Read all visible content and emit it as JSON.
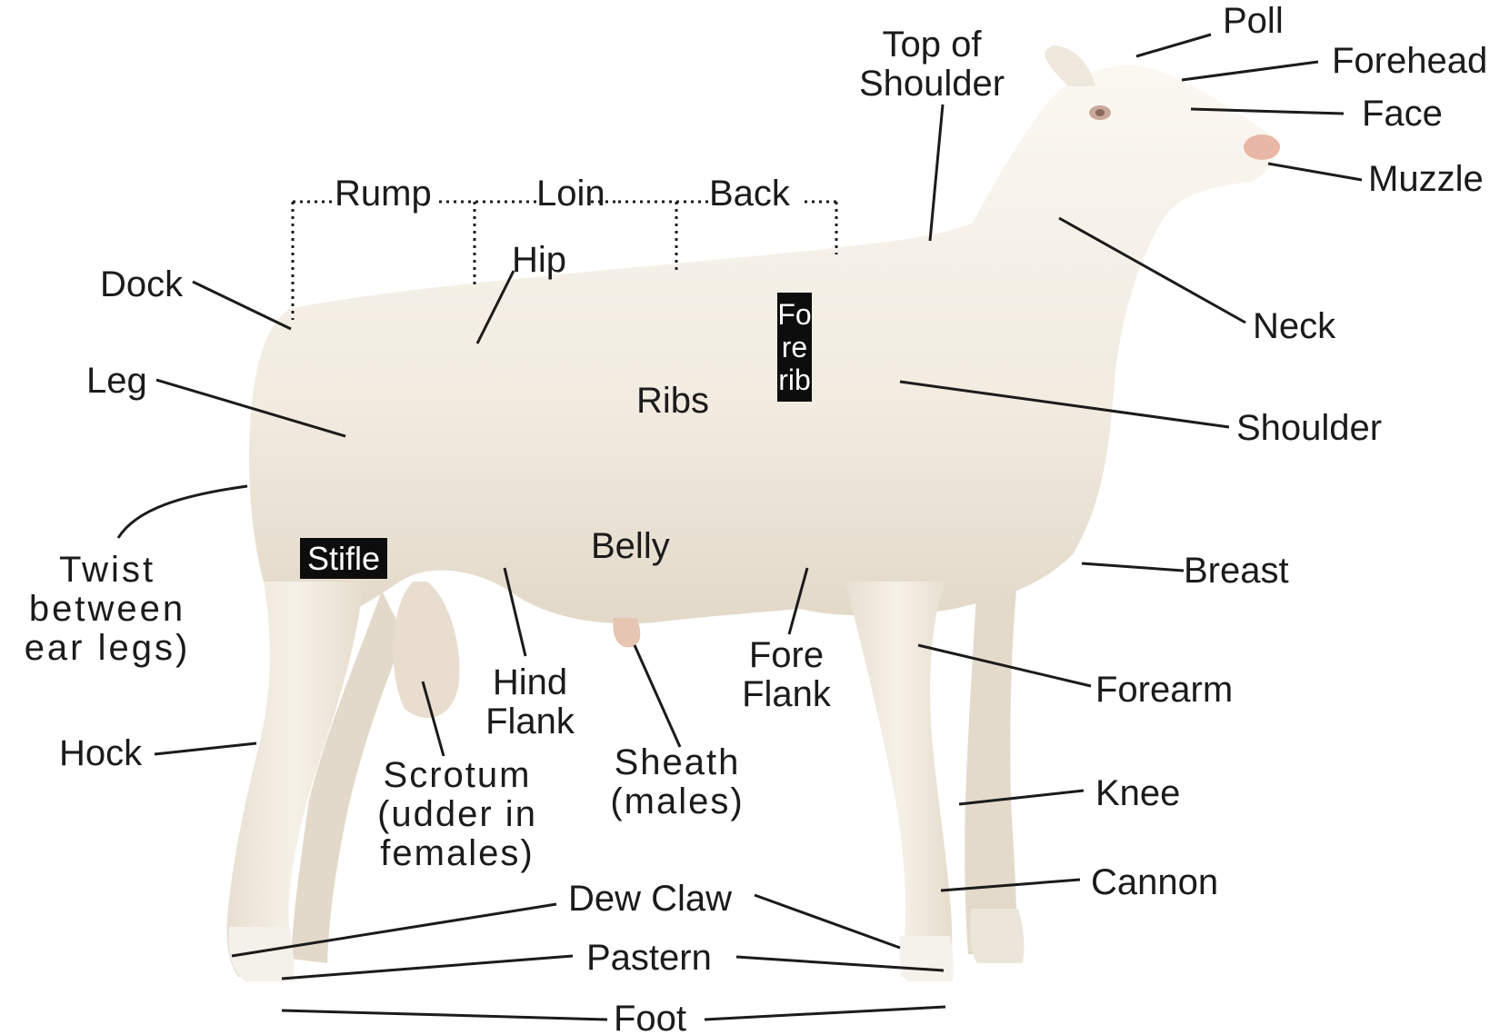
{
  "labels": {
    "poll": "Poll",
    "forehead": "Forehead",
    "face": "Face",
    "muzzle": "Muzzle",
    "top_of_shoulder": "Top of\nShoulder",
    "neck": "Neck",
    "shoulder": "Shoulder",
    "breast": "Breast",
    "forearm": "Forearm",
    "knee": "Knee",
    "cannon": "Cannon",
    "dew_claw": "Dew Claw",
    "pastern": "Pastern",
    "foot": "Foot",
    "rump": "Rump",
    "loin": "Loin",
    "back": "Back",
    "hip": "Hip",
    "dock": "Dock",
    "leg": "Leg",
    "ribs": "Ribs",
    "belly": "Belly",
    "fore_rib": "Forerib",
    "stifle": "Stifle",
    "twist": "Twist\nbetween\near legs)",
    "hock": "Hock",
    "hind_flank": "Hind\nFlank",
    "fore_flank": "Fore\nFlank",
    "scrotum": "Scrotum\n(udder in\nfemales)",
    "sheath": "Sheath\n(males)"
  },
  "colors": {
    "wool": "#f4eee4",
    "wool_shadow": "#ddd2c2",
    "label_text": "#1b1b1b",
    "leader_line": "#1b1b1b",
    "box_fill": "#0d0d0d",
    "nose": "#e9b7a6"
  }
}
